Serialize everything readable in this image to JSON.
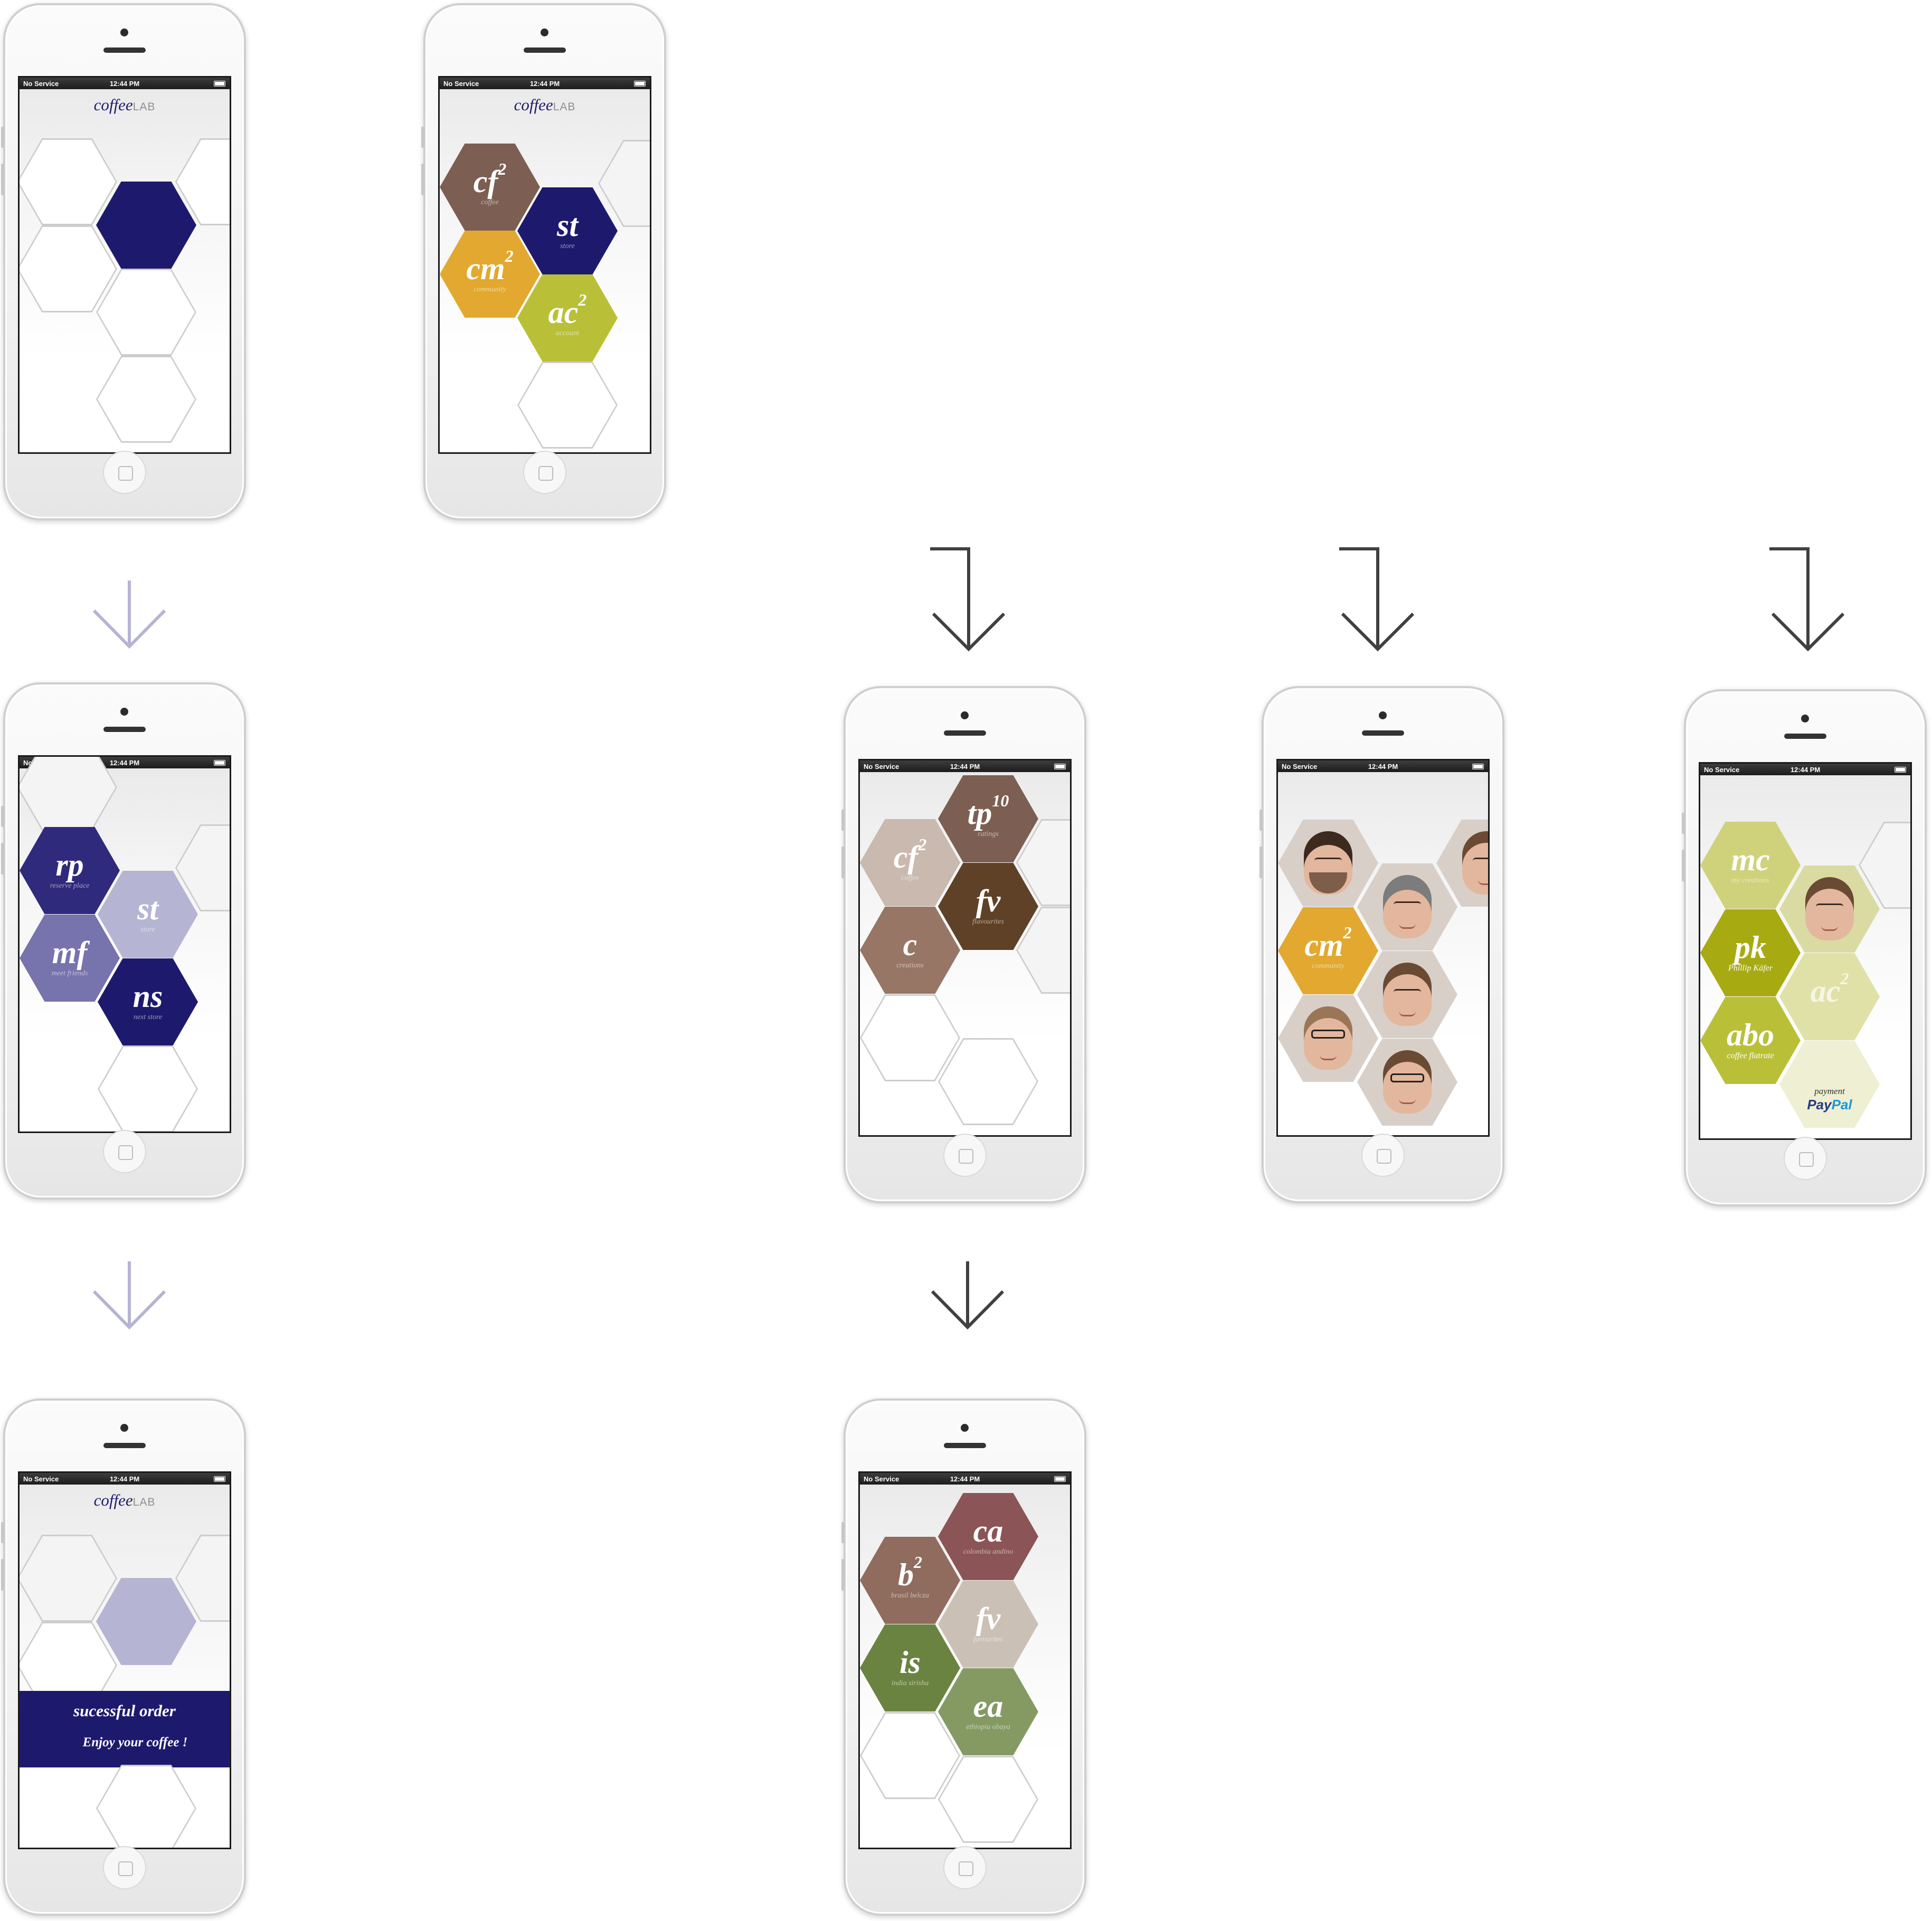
{
  "status": {
    "carrier": "No Service",
    "time": "12:44 PM"
  },
  "logo": {
    "coffee": "coffee",
    "lab": "LAB"
  },
  "main_menu": [
    {
      "abbr": "cf",
      "sup": "2",
      "label": "coffee"
    },
    {
      "abbr": "st",
      "sup": "",
      "label": "store"
    },
    {
      "abbr": "cm",
      "sup": "2",
      "label": "community"
    },
    {
      "abbr": "ac",
      "sup": "2",
      "label": "account"
    }
  ],
  "store_menu": [
    {
      "abbr": "rp",
      "label": "reserve place"
    },
    {
      "abbr": "st",
      "label": "store"
    },
    {
      "abbr": "mf",
      "label": "meet friends"
    },
    {
      "abbr": "ns",
      "label": "next store"
    }
  ],
  "order_confirmation": {
    "title": "sucessful order",
    "message": "Enjoy your coffee !"
  },
  "coffee_menu": [
    {
      "abbr": "tp",
      "sup": "10",
      "label": "ratings"
    },
    {
      "abbr": "cf",
      "sup": "2",
      "label": "coffee"
    },
    {
      "abbr": "fv",
      "sup": "",
      "label": "flavourites"
    },
    {
      "abbr": "c",
      "sup": "",
      "label": "creations"
    }
  ],
  "community_menu": {
    "abbr": "cm",
    "sup": "2",
    "label": "community"
  },
  "account_menu": {
    "mc": {
      "abbr": "mc",
      "label": "my creations"
    },
    "pk": {
      "abbr": "pk",
      "label": "Phillip Käfer"
    },
    "ac": {
      "abbr": "ac",
      "sup": "2"
    },
    "abo": {
      "abbr": "abo",
      "label": "coffee flatrate"
    },
    "payment": {
      "label": "payment",
      "pay": "Pay",
      "pal": "Pal"
    }
  },
  "origins_menu": [
    {
      "abbr": "ca",
      "sup": "",
      "label": "colombia andino"
    },
    {
      "abbr": "b",
      "sup": "2",
      "label": "brasil belcza"
    },
    {
      "abbr": "fv",
      "sup": "",
      "label": "favourites"
    },
    {
      "abbr": "is",
      "sup": "",
      "label": "india sirisha"
    },
    {
      "abbr": "ea",
      "sup": "",
      "label": "ethiopia obaya"
    }
  ],
  "colors": {
    "navy": "#1d1a6d",
    "brown": "#7c5f52",
    "mustard": "#e2a82f",
    "olive": "#b9c038",
    "lavender": "#b6b4d3",
    "purple_mid": "#7773ad",
    "arrow_light": "#b6b4d3",
    "arrow_dark": "#404040"
  }
}
